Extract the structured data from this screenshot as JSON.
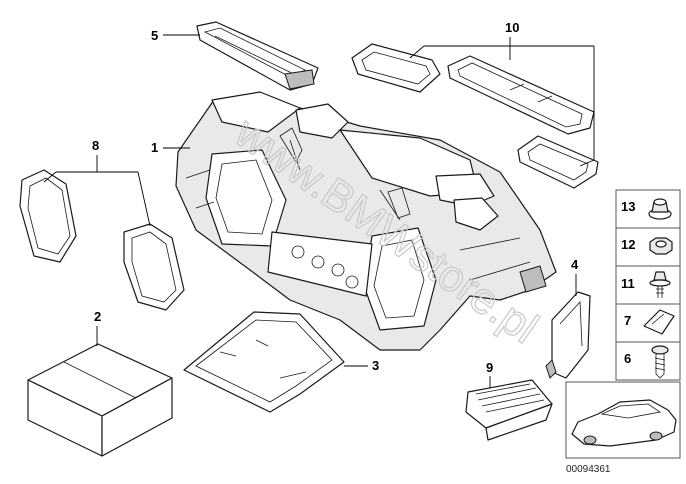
{
  "callouts": {
    "c1": "1",
    "c2": "2",
    "c3": "3",
    "c4": "4",
    "c5": "5",
    "c6": "6",
    "c7": "7",
    "c8": "8",
    "c9": "9",
    "c10": "10",
    "c11": "11",
    "c12": "12",
    "c13": "13"
  },
  "watermark": "www.BMWstore.pl",
  "reference_number": "00094361"
}
